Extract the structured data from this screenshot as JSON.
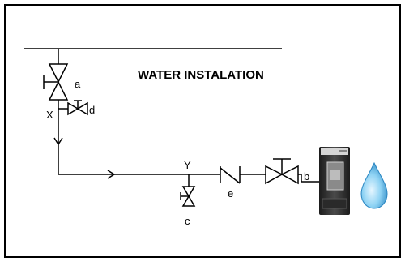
{
  "title": "WATER INSTALATION",
  "labels": {
    "a": "a",
    "b": "b",
    "c": "c",
    "d": "d",
    "e": "e",
    "x": "X",
    "y": "Y"
  },
  "colors": {
    "line": "#000000",
    "frame": "#000000",
    "drop_fill": "#7ec8ef",
    "drop_stroke": "#2a86c2",
    "cooler_body": "#3a3a3a",
    "cooler_panel": "#8a8a8a"
  },
  "icons": {
    "cooler": "water-cooler-icon",
    "drop": "water-drop-icon"
  }
}
